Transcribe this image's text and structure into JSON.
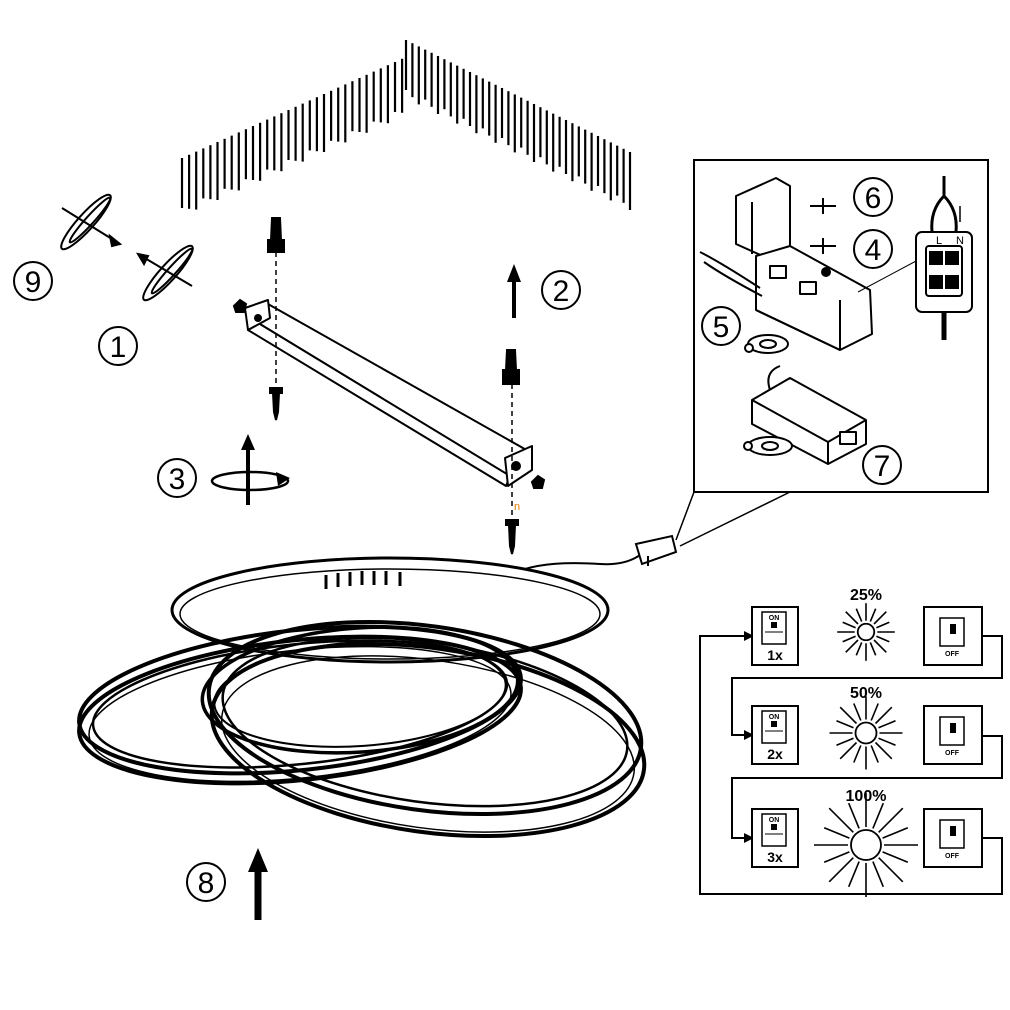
{
  "steps": [
    {
      "id": "1",
      "label": "1"
    },
    {
      "id": "2",
      "label": "2"
    },
    {
      "id": "3",
      "label": "3"
    },
    {
      "id": "4",
      "label": "4"
    },
    {
      "id": "5",
      "label": "5"
    },
    {
      "id": "6",
      "label": "6"
    },
    {
      "id": "7",
      "label": "7"
    },
    {
      "id": "8",
      "label": "8"
    },
    {
      "id": "9",
      "label": "9"
    }
  ],
  "terminal": {
    "l": "L",
    "n": "N"
  },
  "watermark": "n",
  "dimmer": {
    "rows": [
      {
        "percent": "25%",
        "presses": "1x",
        "on_label": "ON",
        "off_label": "OFF",
        "brightness": 0.25
      },
      {
        "percent": "50%",
        "presses": "2x",
        "on_label": "ON",
        "off_label": "OFF",
        "brightness": 0.5
      },
      {
        "percent": "100%",
        "presses": "3x",
        "on_label": "ON",
        "off_label": "OFF",
        "brightness": 1.0
      }
    ]
  }
}
